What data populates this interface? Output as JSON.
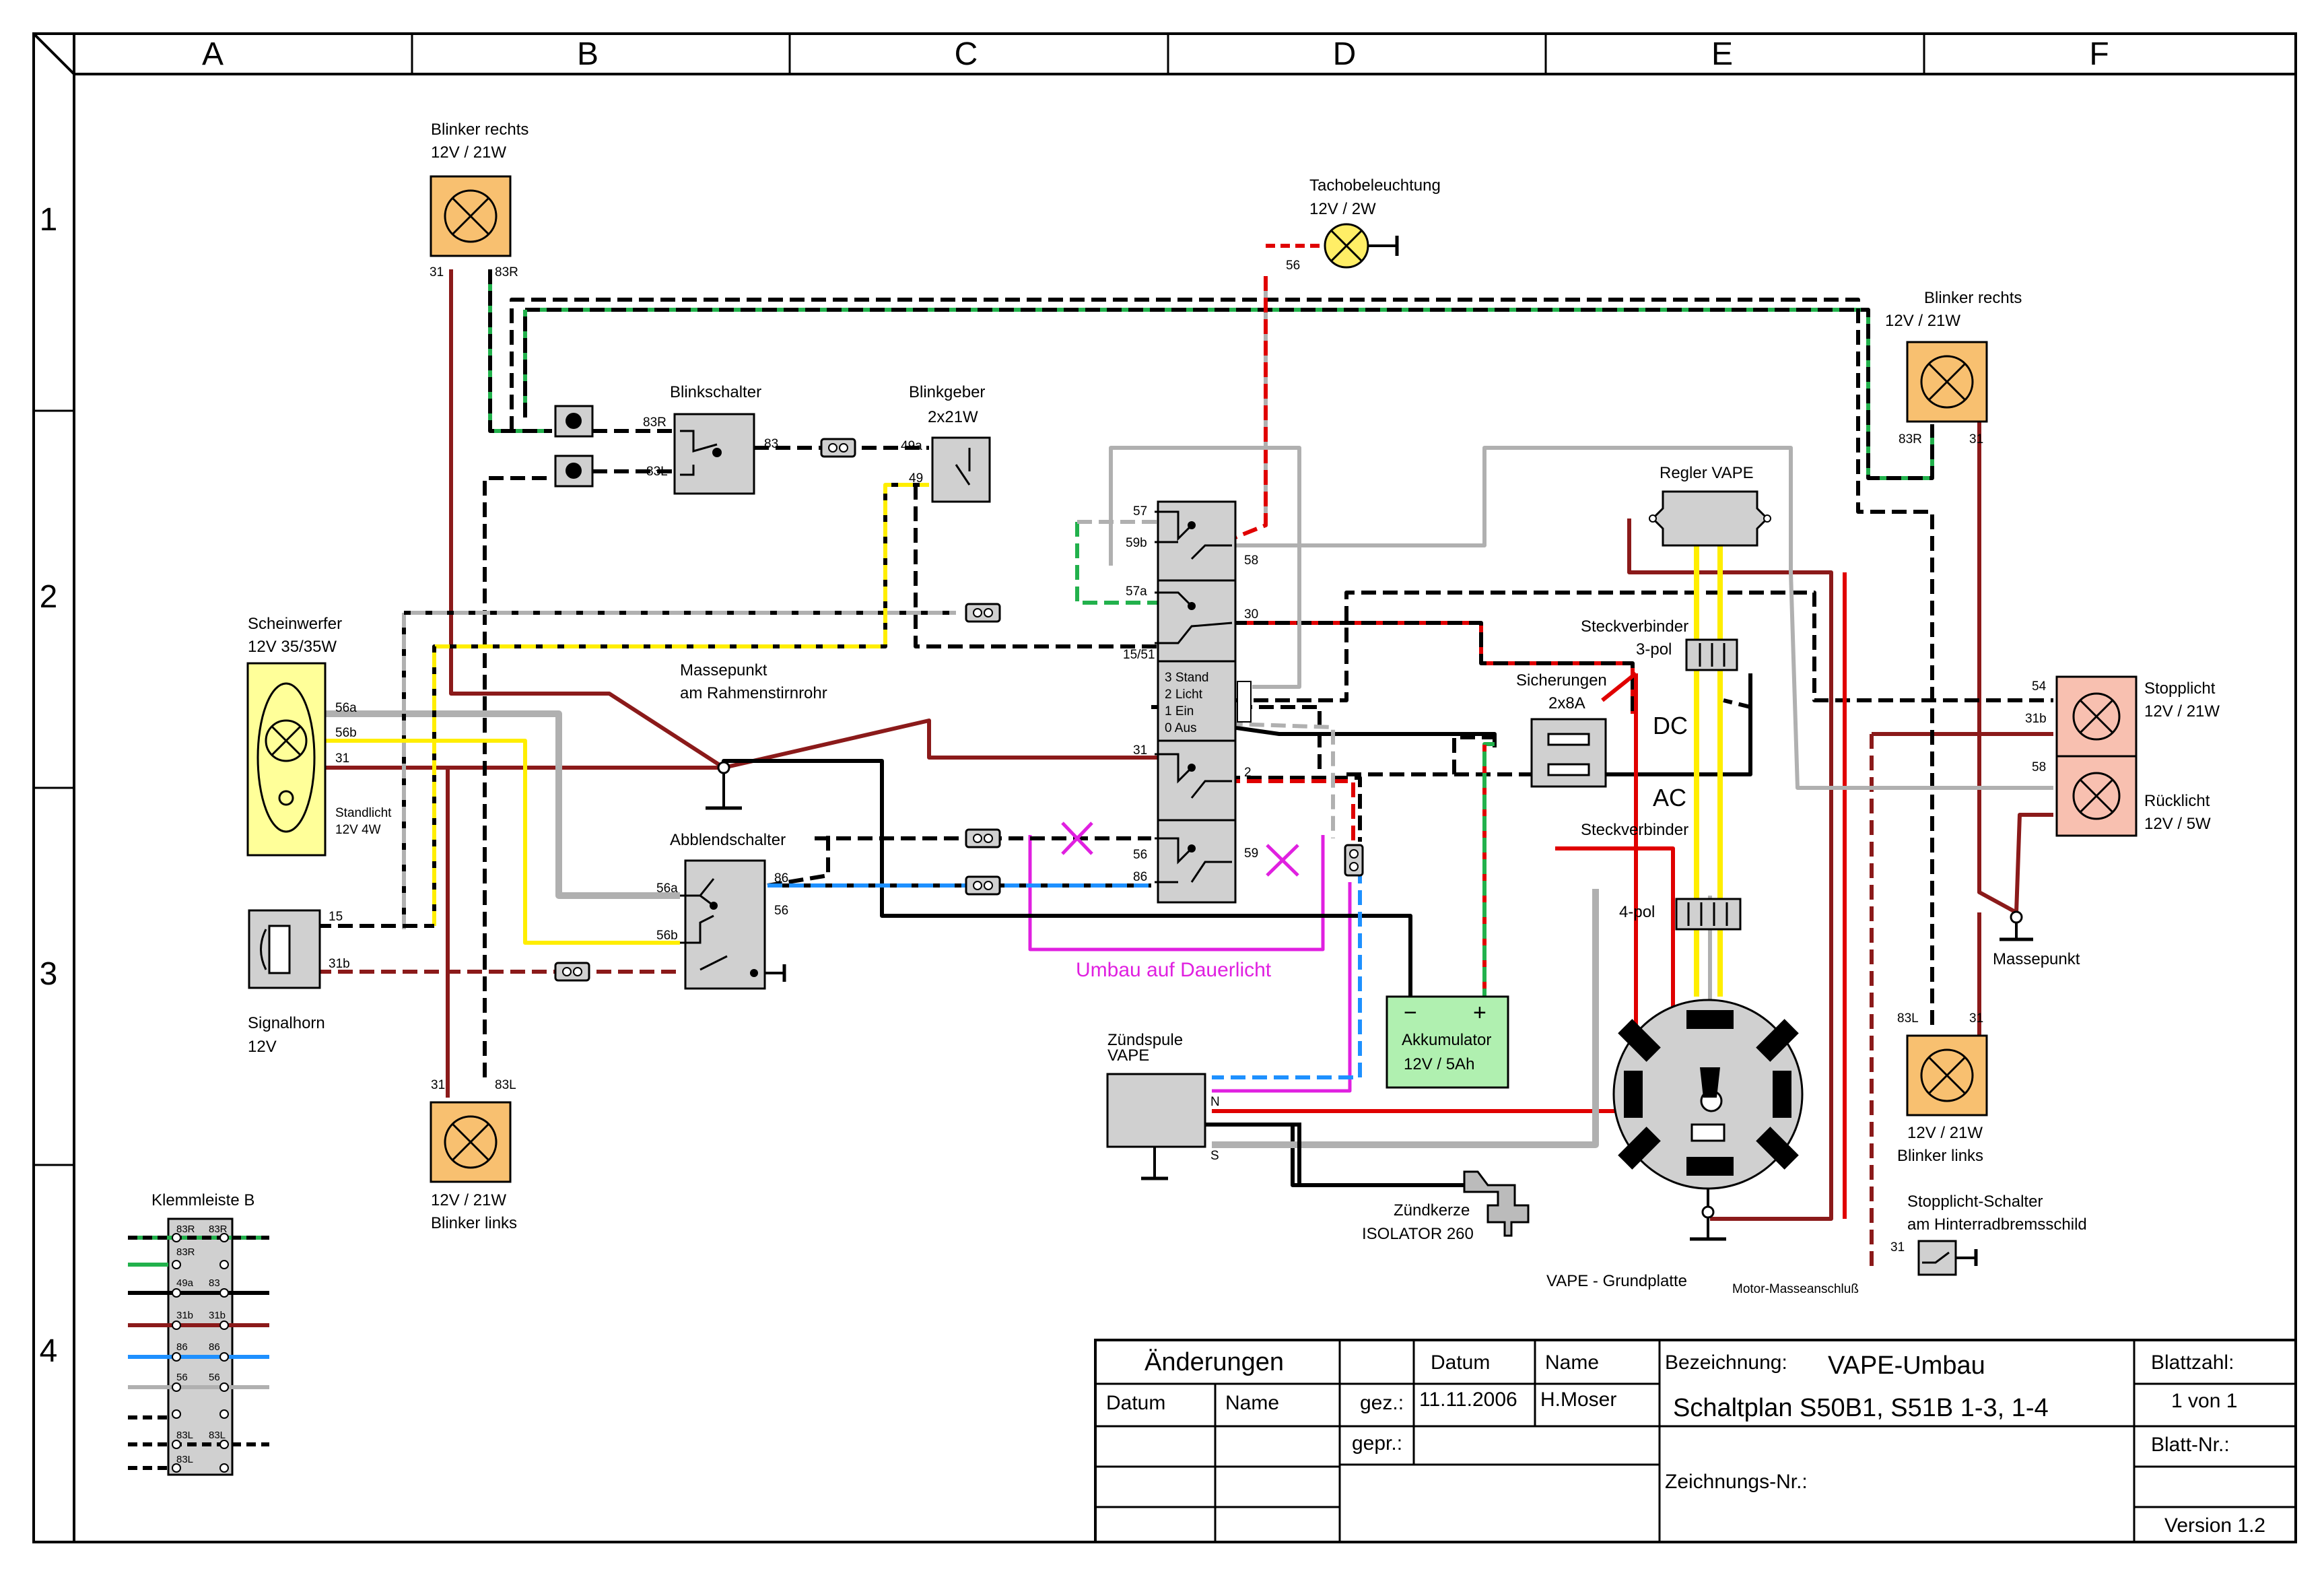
{
  "grid": {
    "columns": [
      "A",
      "B",
      "C",
      "D",
      "E",
      "F"
    ],
    "rows": [
      "1",
      "2",
      "3",
      "4"
    ]
  },
  "components": {
    "blinker_rechts_front": {
      "title": "Blinker rechts",
      "rating": "12V / 21W",
      "pin_a": "31",
      "pin_b": "83R"
    },
    "blinker_rechts_rear": {
      "title": "Blinker rechts",
      "rating": "12V / 21W",
      "pin_a": "83R",
      "pin_b": "31"
    },
    "blinker_links_front": {
      "title": "Blinker links",
      "rating": "12V / 21W",
      "pin_a": "31",
      "pin_b": "83L"
    },
    "blinker_links_rear": {
      "title": "Blinker links",
      "rating": "12V / 21W",
      "pin_a": "83L",
      "pin_b": "31"
    },
    "tacho": {
      "title": "Tachobeleuchtung",
      "rating": "12V / 2W",
      "pin": "56"
    },
    "blinkschalter": {
      "title": "Blinkschalter",
      "pin_83r": "83R",
      "pin_83l": "83L",
      "pin_83": "83"
    },
    "blinkgeber": {
      "title": "Blinkgeber",
      "rating": "2x21W",
      "pin_49a": "49a",
      "pin_49": "49"
    },
    "scheinwerfer": {
      "title": "Scheinwerfer",
      "rating": "12V 35/35W",
      "pin_56a": "56a",
      "pin_56b": "56b",
      "pin_31": "31",
      "standlicht": "Standlicht",
      "standlicht_rating": "12V 4W"
    },
    "massepunkt_rahmen": {
      "title": "Massepunkt",
      "subtitle": "am Rahmenstirnrohr"
    },
    "zuendschloss": {
      "pin_57": "57",
      "pin_59b": "59b",
      "pin_58": "58",
      "pin_57a": "57a",
      "pin_30": "30",
      "pin_1551": "15/51",
      "pin_31": "31",
      "pin_2": "2",
      "pin_56": "56",
      "pin_86": "86",
      "pin_59": "59",
      "positions": [
        "3 Stand",
        "2 Licht",
        "1 Ein",
        "0 Aus"
      ]
    },
    "abblendschalter": {
      "title": "Abblendschalter",
      "pin_56a": "56a",
      "pin_56b": "56b",
      "pin_86": "86",
      "pin_56": "56"
    },
    "signalhorn": {
      "title": "Signalhorn",
      "rating": "12V",
      "pin_15": "15",
      "pin_31b": "31b"
    },
    "regler": {
      "title": "Regler VAPE"
    },
    "steckverbinder_3pol": {
      "title": "Steckverbinder",
      "subtitle": "3-pol"
    },
    "sicherungen": {
      "title": "Sicherungen",
      "rating": "2x8A",
      "dc": "DC",
      "ac": "AC"
    },
    "stopplicht": {
      "title": "Stopplicht",
      "rating": "12V / 21W",
      "pin_54": "54",
      "pin_31b": "31b"
    },
    "ruecklicht": {
      "title": "Rücklicht",
      "rating": "12V / 5W",
      "pin_58": "58"
    },
    "steckverbinder_4pol": {
      "title": "Steckverbinder",
      "subtitle": "4-pol"
    },
    "akkumulator": {
      "title": "Akkumulator",
      "rating": "12V / 5Ah",
      "minus": "−",
      "plus": "+"
    },
    "zuendspule": {
      "title": "Zündspule",
      "subtitle": "VAPE",
      "pin_n": "N",
      "pin_s": "S"
    },
    "zuendkerze": {
      "title": "Zündkerze",
      "subtitle": "ISOLATOR 260"
    },
    "grundplatte": {
      "title": "VAPE - Grundplatte",
      "motor": "Motor-Masseanschluß"
    },
    "massepunkt_rear": {
      "title": "Massepunkt"
    },
    "stopplicht_schalter": {
      "title": "Stopplicht-Schalter",
      "subtitle": "am Hinterradbremsschild",
      "pin": "31"
    },
    "umbau": {
      "title": "Umbau auf Dauerlicht"
    },
    "klemmleiste": {
      "title": "Klemmleiste B",
      "rows": [
        [
          "83R",
          "83R"
        ],
        [
          "83R",
          ""
        ],
        [
          "49a",
          "83"
        ],
        [
          "31b",
          "31b"
        ],
        [
          "86",
          "86"
        ],
        [
          "56",
          "56"
        ],
        [
          "",
          ""
        ],
        [
          "83L",
          "83L"
        ],
        [
          "83L",
          ""
        ]
      ]
    }
  },
  "title_block": {
    "aenderungen": "Änderungen",
    "datum_h": "Datum",
    "name_h": "Name",
    "datum_h2": "Datum",
    "name_h2": "Name",
    "gez": "gez.:",
    "gez_datum": "11.11.2006",
    "gez_name": "H.Moser",
    "gepr": "gepr.:",
    "bezeichnung_label": "Bezeichnung:",
    "bezeichnung_title": "VAPE-Umbau",
    "bezeichnung_sub": "Schaltplan S50B1, S51B 1-3, 1-4",
    "zeichnungs_nr": "Zeichnungs-Nr.:",
    "blattzahl_label": "Blattzahl:",
    "blattzahl": "1 von 1",
    "blatt_nr": "Blatt-Nr.:",
    "version": "Version 1.2"
  },
  "colors": {
    "red": "#e00000",
    "dark_red": "#8b1a1a",
    "green": "#22b14c",
    "yellow": "#ffee00",
    "blue": "#1e90ff",
    "grey": "#b0b0b0",
    "magenta": "#e020e0",
    "lamp_orange": "#f8c070",
    "headlight_yellow": "#ffff99",
    "tail_pink": "#f8c0b0",
    "battery_green": "#b0f0b0",
    "box_grey": "#d0d0d0"
  }
}
